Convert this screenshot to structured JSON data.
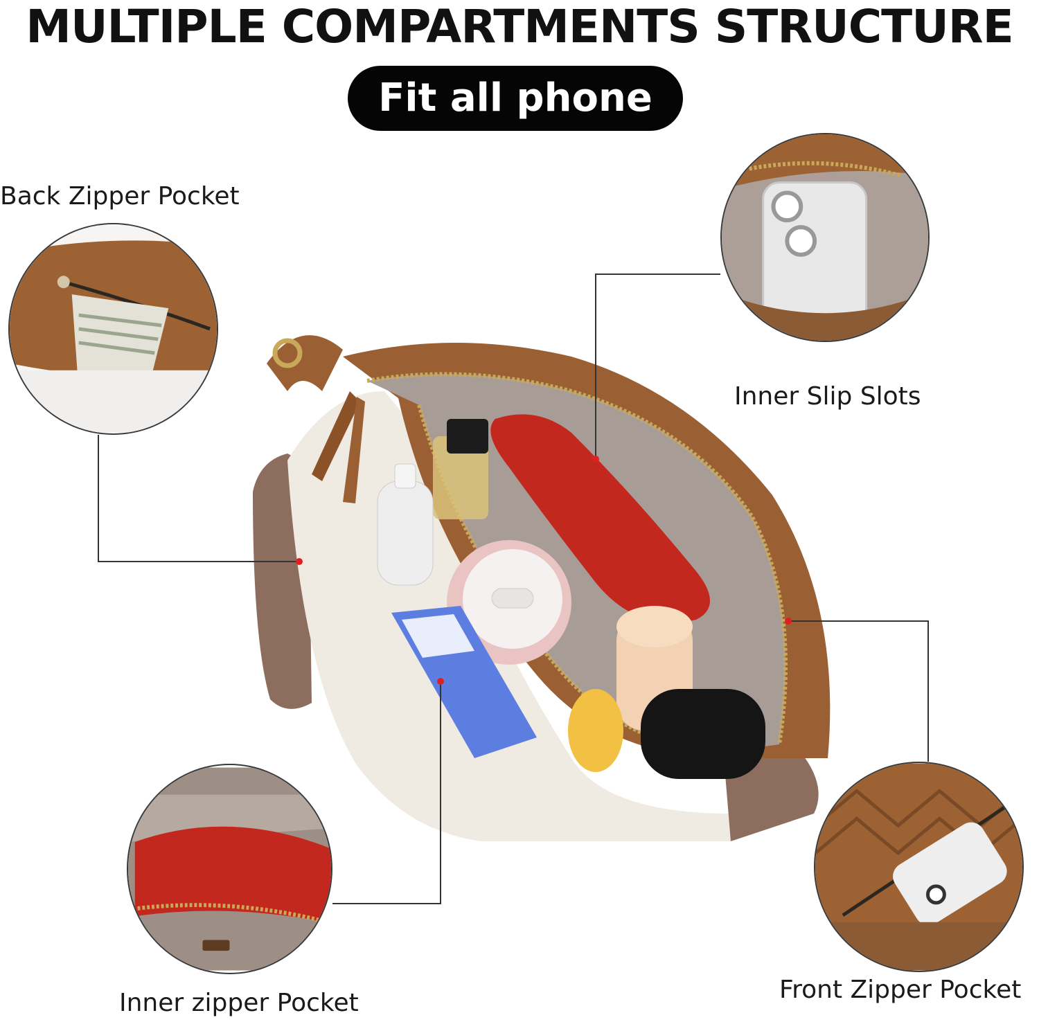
{
  "headline": "MULTIPLE COMPARTMENTS STRUCTURE",
  "badge": "Fit all phone",
  "callouts": {
    "back_zipper": "Back Zipper Pocket",
    "inner_slip": "Inner Slip Slots",
    "inner_zipper": "Inner zipper Pocket",
    "front_zipper": "Front Zipper Pocket"
  },
  "colors": {
    "leather_brown": "#9a5f32",
    "leather_taupe": "#8d6e5e",
    "cream": "#efebe3",
    "lining_gray": "#a79d96",
    "red_wallet": "#c3281e",
    "badge_bg": "#050505",
    "marker_red": "#e02020"
  }
}
